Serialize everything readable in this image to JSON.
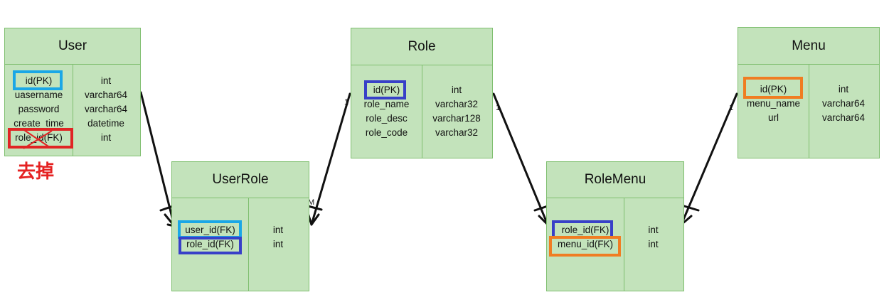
{
  "entities": {
    "user": {
      "title": "User",
      "fields": [
        "id(PK)",
        "uasername",
        "password",
        "create_time",
        "role_id(FK)"
      ],
      "types": [
        "int",
        "varchar64",
        "varchar64",
        "datetime",
        "int"
      ]
    },
    "role": {
      "title": "Role",
      "fields": [
        "id(PK)",
        "role_name",
        "role_desc",
        "role_code"
      ],
      "types": [
        "int",
        "varchar32",
        "varchar128",
        "varchar32"
      ]
    },
    "menu": {
      "title": "Menu",
      "fields": [
        "id(PK)",
        "menu_name",
        "url"
      ],
      "types": [
        "int",
        "varchar64",
        "varchar64"
      ]
    },
    "userrole": {
      "title": "UserRole",
      "fields": [
        "user_id(FK)",
        "role_id(FK)"
      ],
      "types": [
        "int",
        "int"
      ]
    },
    "rolemenu": {
      "title": "RoleMenu",
      "fields": [
        "role_id(FK)",
        "menu_id(FK)"
      ],
      "types": [
        "int",
        "int"
      ]
    }
  },
  "annotation": {
    "remove_text": "去掉"
  },
  "cardinalities": {
    "role_one": "1",
    "role_one_b": "1",
    "menu_one": "1",
    "userrole_many": "M"
  },
  "colors": {
    "entity_fill": "#c3e3bb",
    "entity_border": "#7fbf6f",
    "highlight_cyan": "#1aa7e6",
    "highlight_blue": "#3840c8",
    "highlight_orange": "#f07d22",
    "highlight_red": "#e02424"
  }
}
